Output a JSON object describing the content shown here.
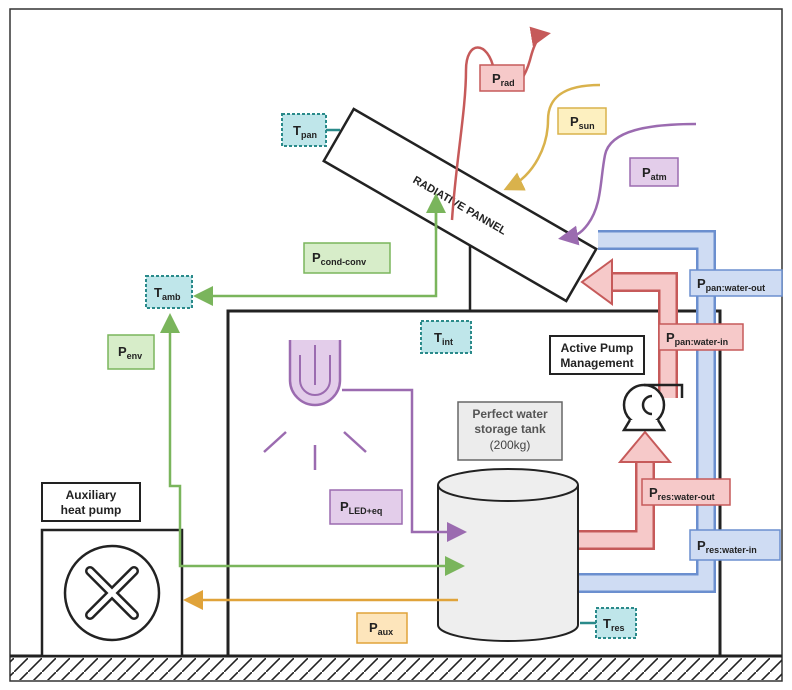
{
  "labels": {
    "p_rad": {
      "main": "P",
      "sub": "rad"
    },
    "p_sun": {
      "main": "P",
      "sub": "sun"
    },
    "p_atm": {
      "main": "P",
      "sub": "atm"
    },
    "t_pan": {
      "main": "T",
      "sub": "pan"
    },
    "t_amb": {
      "main": "T",
      "sub": "amb"
    },
    "t_int": {
      "main": "T",
      "sub": "int"
    },
    "t_res": {
      "main": "T",
      "sub": "res"
    },
    "p_cond_conv": {
      "main": "P",
      "sub": "cond-conv"
    },
    "p_env": {
      "main": "P",
      "sub": "env"
    },
    "p_led": {
      "main": "P",
      "sub": "LED+eq"
    },
    "p_aux": {
      "main": "P",
      "sub": "aux"
    },
    "p_pan_out": {
      "main": "P",
      "sub": "pan:water-out"
    },
    "p_pan_in": {
      "main": "P",
      "sub": "pan:water-in"
    },
    "p_res_out": {
      "main": "P",
      "sub": "res:water-out"
    },
    "p_res_in": {
      "main": "P",
      "sub": "res:water-in"
    }
  },
  "panel_label": "RADIATIVE PANNEL",
  "pump_label": [
    "Active Pump",
    "Management"
  ],
  "tank_label": [
    "Perfect water",
    "storage tank",
    "(200kg)"
  ],
  "heat_pump_label": [
    "Auxiliary",
    "heat pump"
  ],
  "colors": {
    "red": "#c65a5a",
    "red_fill": "#f6c9c9",
    "yellow": "#d9b24c",
    "yellow_fill": "#fdf0c0",
    "purple": "#9b6bb0",
    "purple_fill": "#e3cdea",
    "teal": "#2a8a8a",
    "teal_fill": "#bfe6ea",
    "green": "#7ab55c",
    "green_fill": "#d7edc9",
    "orange": "#e0a33a",
    "orange_fill": "#fde5bb",
    "blue": "#6b8fcf",
    "blue_fill": "#cfdcf3"
  }
}
